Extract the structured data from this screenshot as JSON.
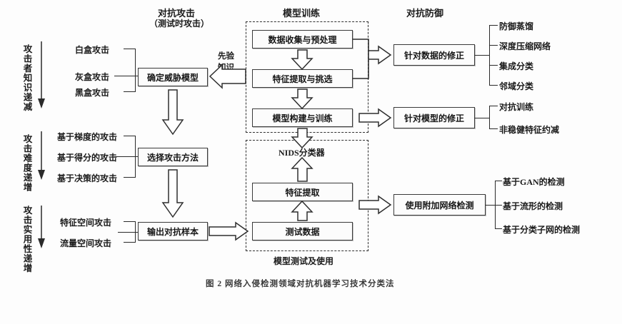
{
  "figure": {
    "caption": "图 2   网络入侵检测领域对抗机器学习技术分类法"
  },
  "headers": {
    "attack": "对抗攻击",
    "attack_sub": "（测试时攻击）",
    "training": "模型训练",
    "defense": "对抗防御",
    "nids": "NIDS分类器",
    "testing": "模型测试及使用"
  },
  "axes": [
    {
      "label": "攻击者知识递减"
    },
    {
      "label": "攻击难度递增"
    },
    {
      "label": "攻击实用性递增"
    }
  ],
  "attack_groups": [
    {
      "leaves": [
        "白盒攻击",
        "灰盒攻击",
        "黑盒攻击"
      ],
      "box": "确定威胁模型"
    },
    {
      "leaves": [
        "基于梯度的攻击",
        "基于得分的攻击",
        "基于决策的攻击"
      ],
      "box": "选择攻击方法"
    },
    {
      "leaves": [
        "特征空间攻击",
        "流量空间攻击"
      ],
      "box": "输出对抗样本"
    }
  ],
  "edge_labels": {
    "prior_knowledge_line1": "先验",
    "prior_knowledge_line2": "知识"
  },
  "training_boxes": [
    "数据收集与预处理",
    "特征提取与挑选",
    "模型构建与训练"
  ],
  "nids_boxes": [
    "特征提取",
    "测试数据"
  ],
  "defense_branches": [
    {
      "box": "针对数据的修正",
      "leaves": [
        "防御蒸馏",
        "深度压缩网络",
        "集成分类",
        "邻域分类"
      ]
    },
    {
      "box": "针对模型的修正",
      "leaves": [
        "对抗训练",
        "非稳健特征约减"
      ]
    },
    {
      "box": "使用附加网络检测",
      "leaves": [
        "基于GAN的检测",
        "基于流形的检测",
        "基于分类子网的检测"
      ]
    }
  ],
  "colors": {
    "ink": "#1a1a1a",
    "stroke": "#2f2f2f",
    "background": "#fdfdfd"
  }
}
